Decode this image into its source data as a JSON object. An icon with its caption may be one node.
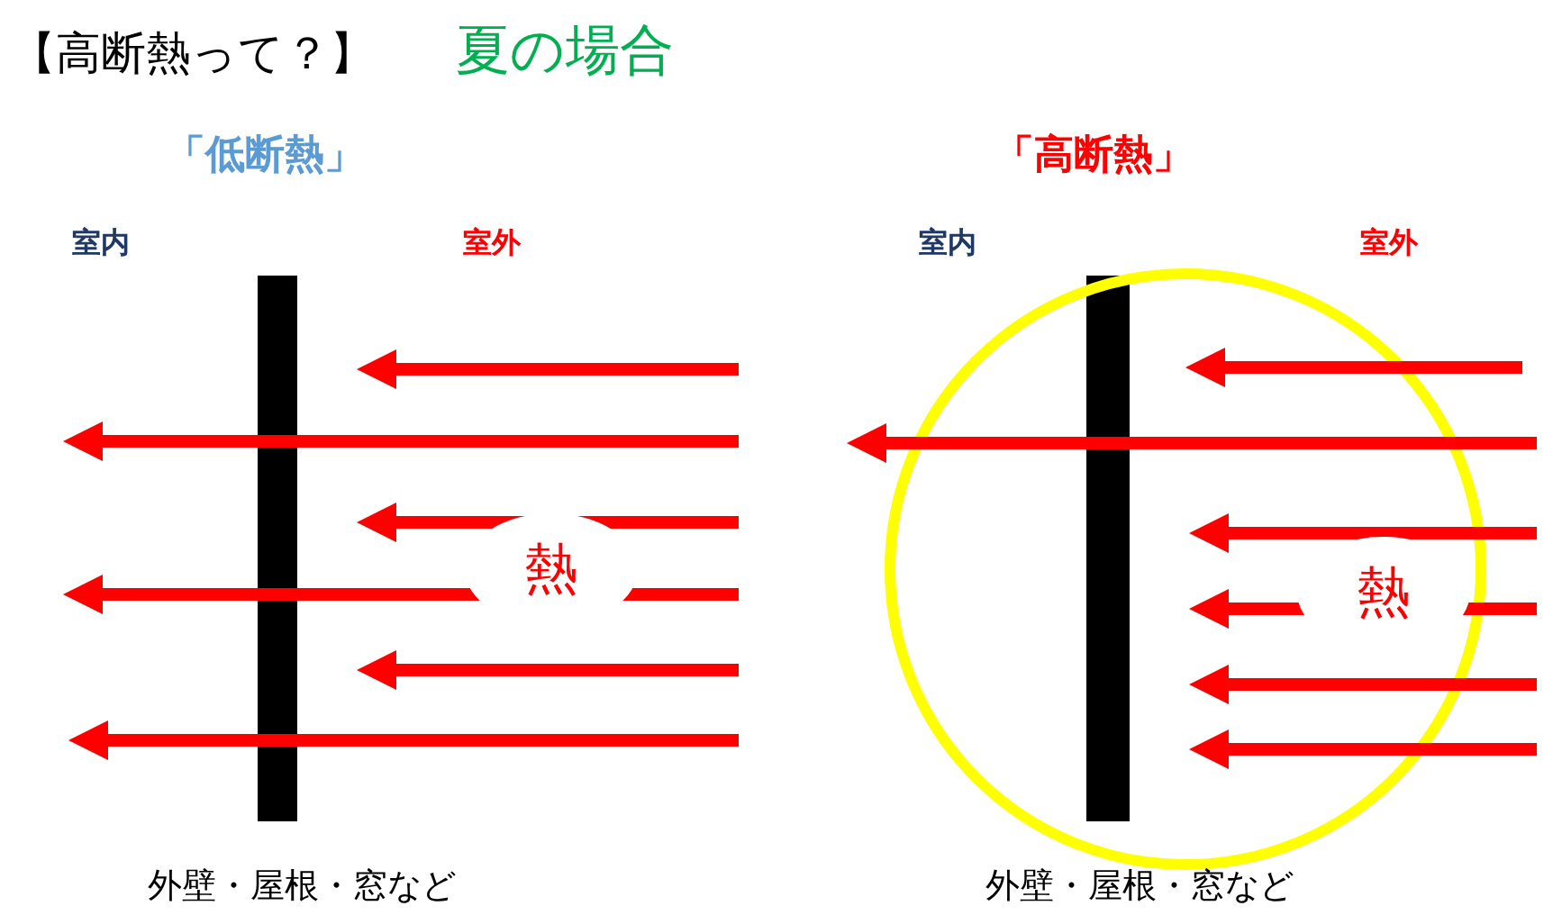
{
  "diagram": {
    "title": "【高断熱って？】",
    "nodes": [
      {
        "text": [
          "熱"
        ]
      },
      {
        "text": [
          "熱"
        ]
      },
      {
        "text": [],
        "shape": "bar"
      },
      {
        "text": [],
        "shape": "bar"
      }
    ],
    "labels": [
      "夏の場合",
      "「低断熱」",
      "「高断熱」",
      "室内",
      "室外",
      "室内",
      "室外",
      "外壁・屋根・窓など",
      "外壁・屋根・窓など"
    ]
  }
}
